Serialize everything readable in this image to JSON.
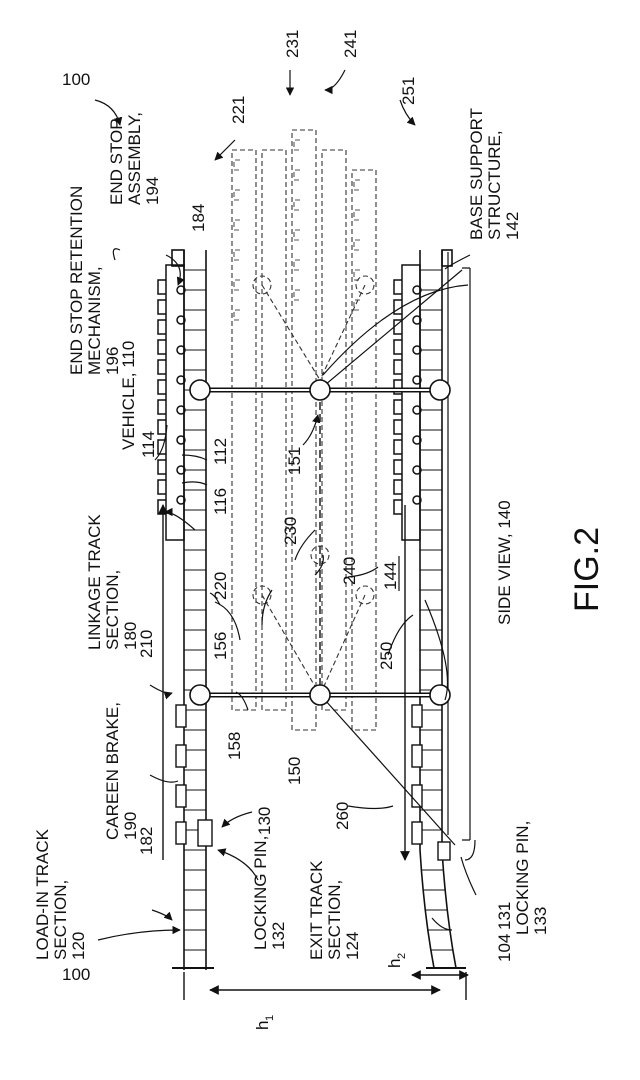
{
  "figure_title": "FIG.2",
  "labels": {
    "ref_100_top": "100",
    "ref_100_bottom": "100",
    "load_in_track": [
      "LOAD-IN TRACK",
      "SECTION,",
      "120"
    ],
    "exit_track": [
      "EXIT TRACK",
      "SECTION,",
      "124"
    ],
    "locking_pin_132": [
      "LOCKING PIN,",
      "132"
    ],
    "locking_pin_133": [
      "LOCKING PIN,",
      "133"
    ],
    "careen_brake": [
      "CAREEN BRAKE,",
      "190"
    ],
    "linkage_track": [
      "LINKAGE TRACK",
      "SECTION,",
      "180"
    ],
    "vehicle": "VEHICLE, 110",
    "end_stop_retention": [
      "END STOP RETENTION",
      "MECHANISM,",
      "196"
    ],
    "end_stop_assembly": [
      "END STOP",
      "ASSEMBLY,",
      "194"
    ],
    "base_support": [
      "BASE SUPPORT",
      "STRUCTURE,",
      "142"
    ],
    "side_view": "SIDE VIEW, 140",
    "h1": "h",
    "h1_sub": "1",
    "h2": "h",
    "h2_sub": "2",
    "ref_104": "104",
    "ref_130": "130",
    "ref_131": "131",
    "ref_182": "182",
    "ref_158": "158",
    "ref_150": "150",
    "ref_156": "156",
    "ref_210": "210",
    "ref_220": "220",
    "ref_230": "230",
    "ref_240": "240",
    "ref_144": "144",
    "ref_250": "250",
    "ref_260": "260",
    "ref_116": "116",
    "ref_112": "112",
    "ref_114": "114",
    "ref_151": "151",
    "ref_184": "184",
    "ref_221": "221",
    "ref_231": "231",
    "ref_241": "241",
    "ref_251": "251"
  }
}
